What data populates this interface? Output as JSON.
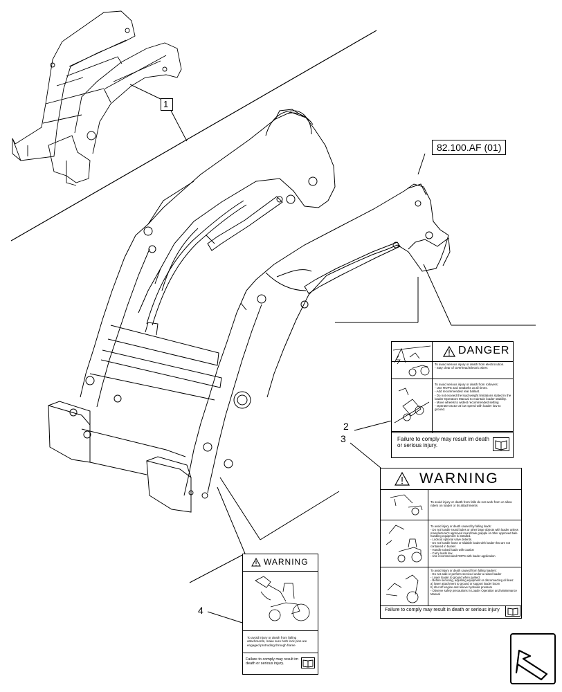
{
  "callouts": {
    "item1": "1",
    "item2": "2",
    "item3": "3",
    "item4": "4",
    "reference": "82.100.AF (01)"
  },
  "decal_danger": {
    "header": "DANGER",
    "row1_text": "To avoid serious injury or death from electrocution.\n- Stay clear of Overhead Electric wires",
    "row2_text": "To avoid serious injury or death from rollovers:\n- Use ROPS and seatbelts at all times.\n- Add recommended rear ballast.\n- Do not exceed the load weight limitations stated in the loader Operators Manual to maintain loader stability.\n- Move wheels to widest recommended setting\n- Operate tractor at low speed with loader low to ground.",
    "footer": "Failure to comply may result im death or serious injury."
  },
  "decal_warning_large": {
    "header": "WARNING",
    "row1_text": "To avoid injury or death from falls do not work from or allow riders on loader or its attachments",
    "row2_text": "To avoid injury or death caused by falling loads:\n- Do not handle round bales or other large objects with loader unless manufacturer's approved round bale grapple or other approved bale handling equipment is installed.\n- Lockout optional valve detents.\n- Do not handle loose or slidable loads with loader that are not contained in bucket\n- Handle raised loads with caution\n- Carry loads low.\n- Use recommended ROPS with loader application",
    "row3_text": "To avoid injury or death caused from falling loaders:\n- Do not walk or perform serviced under a raised loader\n- Lower loader to ground when parked.\n- Before servicing, adjusting equipment or disconnecting oil lines:\n  a) lower attachment to ground or support loader boom\n  b) shut off engine and relieve hydraulic pressure\n- Observe safety precautions in Loader Operation and Maintenance Manual",
    "footer": "Failure to comply may result in death or serious injury"
  },
  "decal_warning_small": {
    "header": "WARNING",
    "row1_text": "To avoid injury or death from falling attachments, make sure both lock pins are engaged protruding through frame",
    "footer": "Failure to comply may result im death or serious injury."
  },
  "colors": {
    "line": "#000000",
    "background": "#ffffff",
    "nav_icon_fill": "#ffffff"
  },
  "icons": {
    "nav": "arrow-navigation-icon",
    "book": "manual-book-icon",
    "alert": "alert-triangle-icon"
  }
}
